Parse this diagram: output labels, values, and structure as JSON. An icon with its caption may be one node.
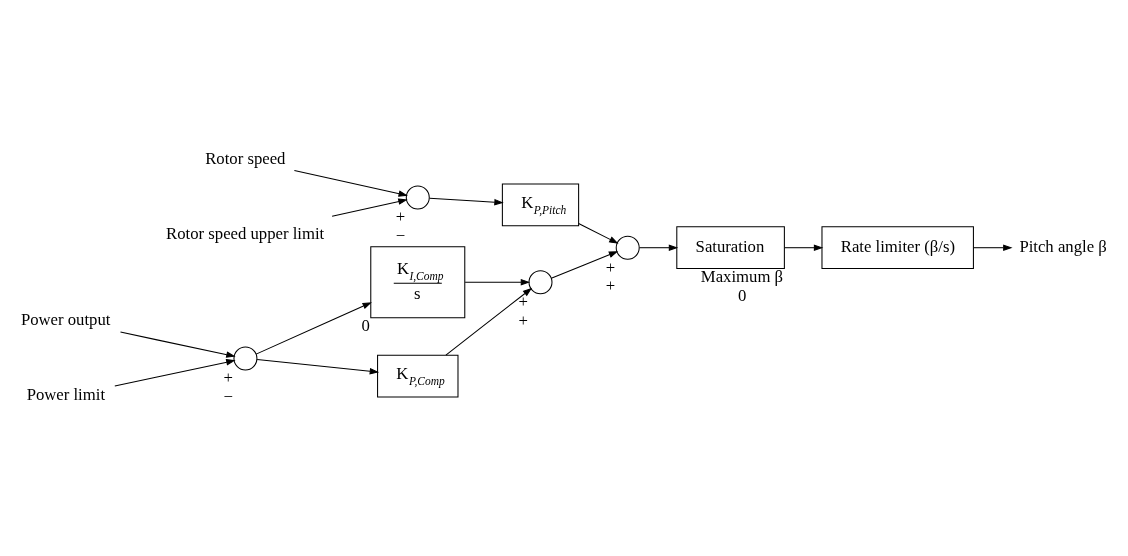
{
  "diagram": {
    "nodes": [
      {
        "text": [
          "Rotor speed"
        ]
      },
      {
        "text": [],
        "shape": "circle",
        "beside": [
          "+",
          "−"
        ]
      },
      {
        "text": [
          "Rotor speed upper limit"
        ]
      },
      {
        "text": [
          "K$_{P,Pitch}$"
        ]
      },
      {
        "text": [],
        "shape": "circle",
        "beside": [
          "+",
          "+"
        ]
      },
      {
        "text": [
          "Saturation"
        ],
        "beside": [
          "Maximum β",
          "0"
        ]
      },
      {
        "text": [
          "Rate limiter (β/s)"
        ]
      },
      {
        "text": [
          "Pitch angle β"
        ]
      },
      {
        "text": [
          "Power output"
        ]
      },
      {
        "text": [],
        "shape": "circle",
        "beside": [
          "+",
          "−"
        ]
      },
      {
        "text": [
          "Power limit"
        ]
      },
      {
        "text": [
          "K$_{I,Comp}$",
          "s"
        ],
        "beside": [
          "0"
        ]
      },
      {
        "text": [],
        "shape": "circle",
        "beside": [
          "+",
          "+"
        ]
      },
      {
        "text": [
          "K$_{P,Comp}$"
        ]
      }
    ],
    "edges": [
      {
        "from": 0,
        "to": 1,
        "arrow": "to"
      },
      {
        "from": 2,
        "to": 1,
        "arrow": "to"
      },
      {
        "from": 1,
        "to": 3,
        "arrow": "to"
      },
      {
        "from": 3,
        "to": 4,
        "arrow": "to"
      },
      {
        "from": 4,
        "to": 5,
        "arrow": "to"
      },
      {
        "from": 5,
        "to": 6,
        "arrow": "to"
      },
      {
        "from": 6,
        "to": 7,
        "arrow": "to"
      },
      {
        "from": 8,
        "to": 9,
        "arrow": "to"
      },
      {
        "from": 10,
        "to": 9,
        "arrow": "to"
      },
      {
        "from": 9,
        "to": 11,
        "arrow": "to"
      },
      {
        "from": 9,
        "to": 13,
        "arrow": "to"
      },
      {
        "from": 11,
        "to": 12,
        "arrow": "to"
      },
      {
        "from": 13,
        "to": 12,
        "arrow": "to"
      },
      {
        "from": 12,
        "to": 4,
        "arrow": "to"
      }
    ]
  }
}
